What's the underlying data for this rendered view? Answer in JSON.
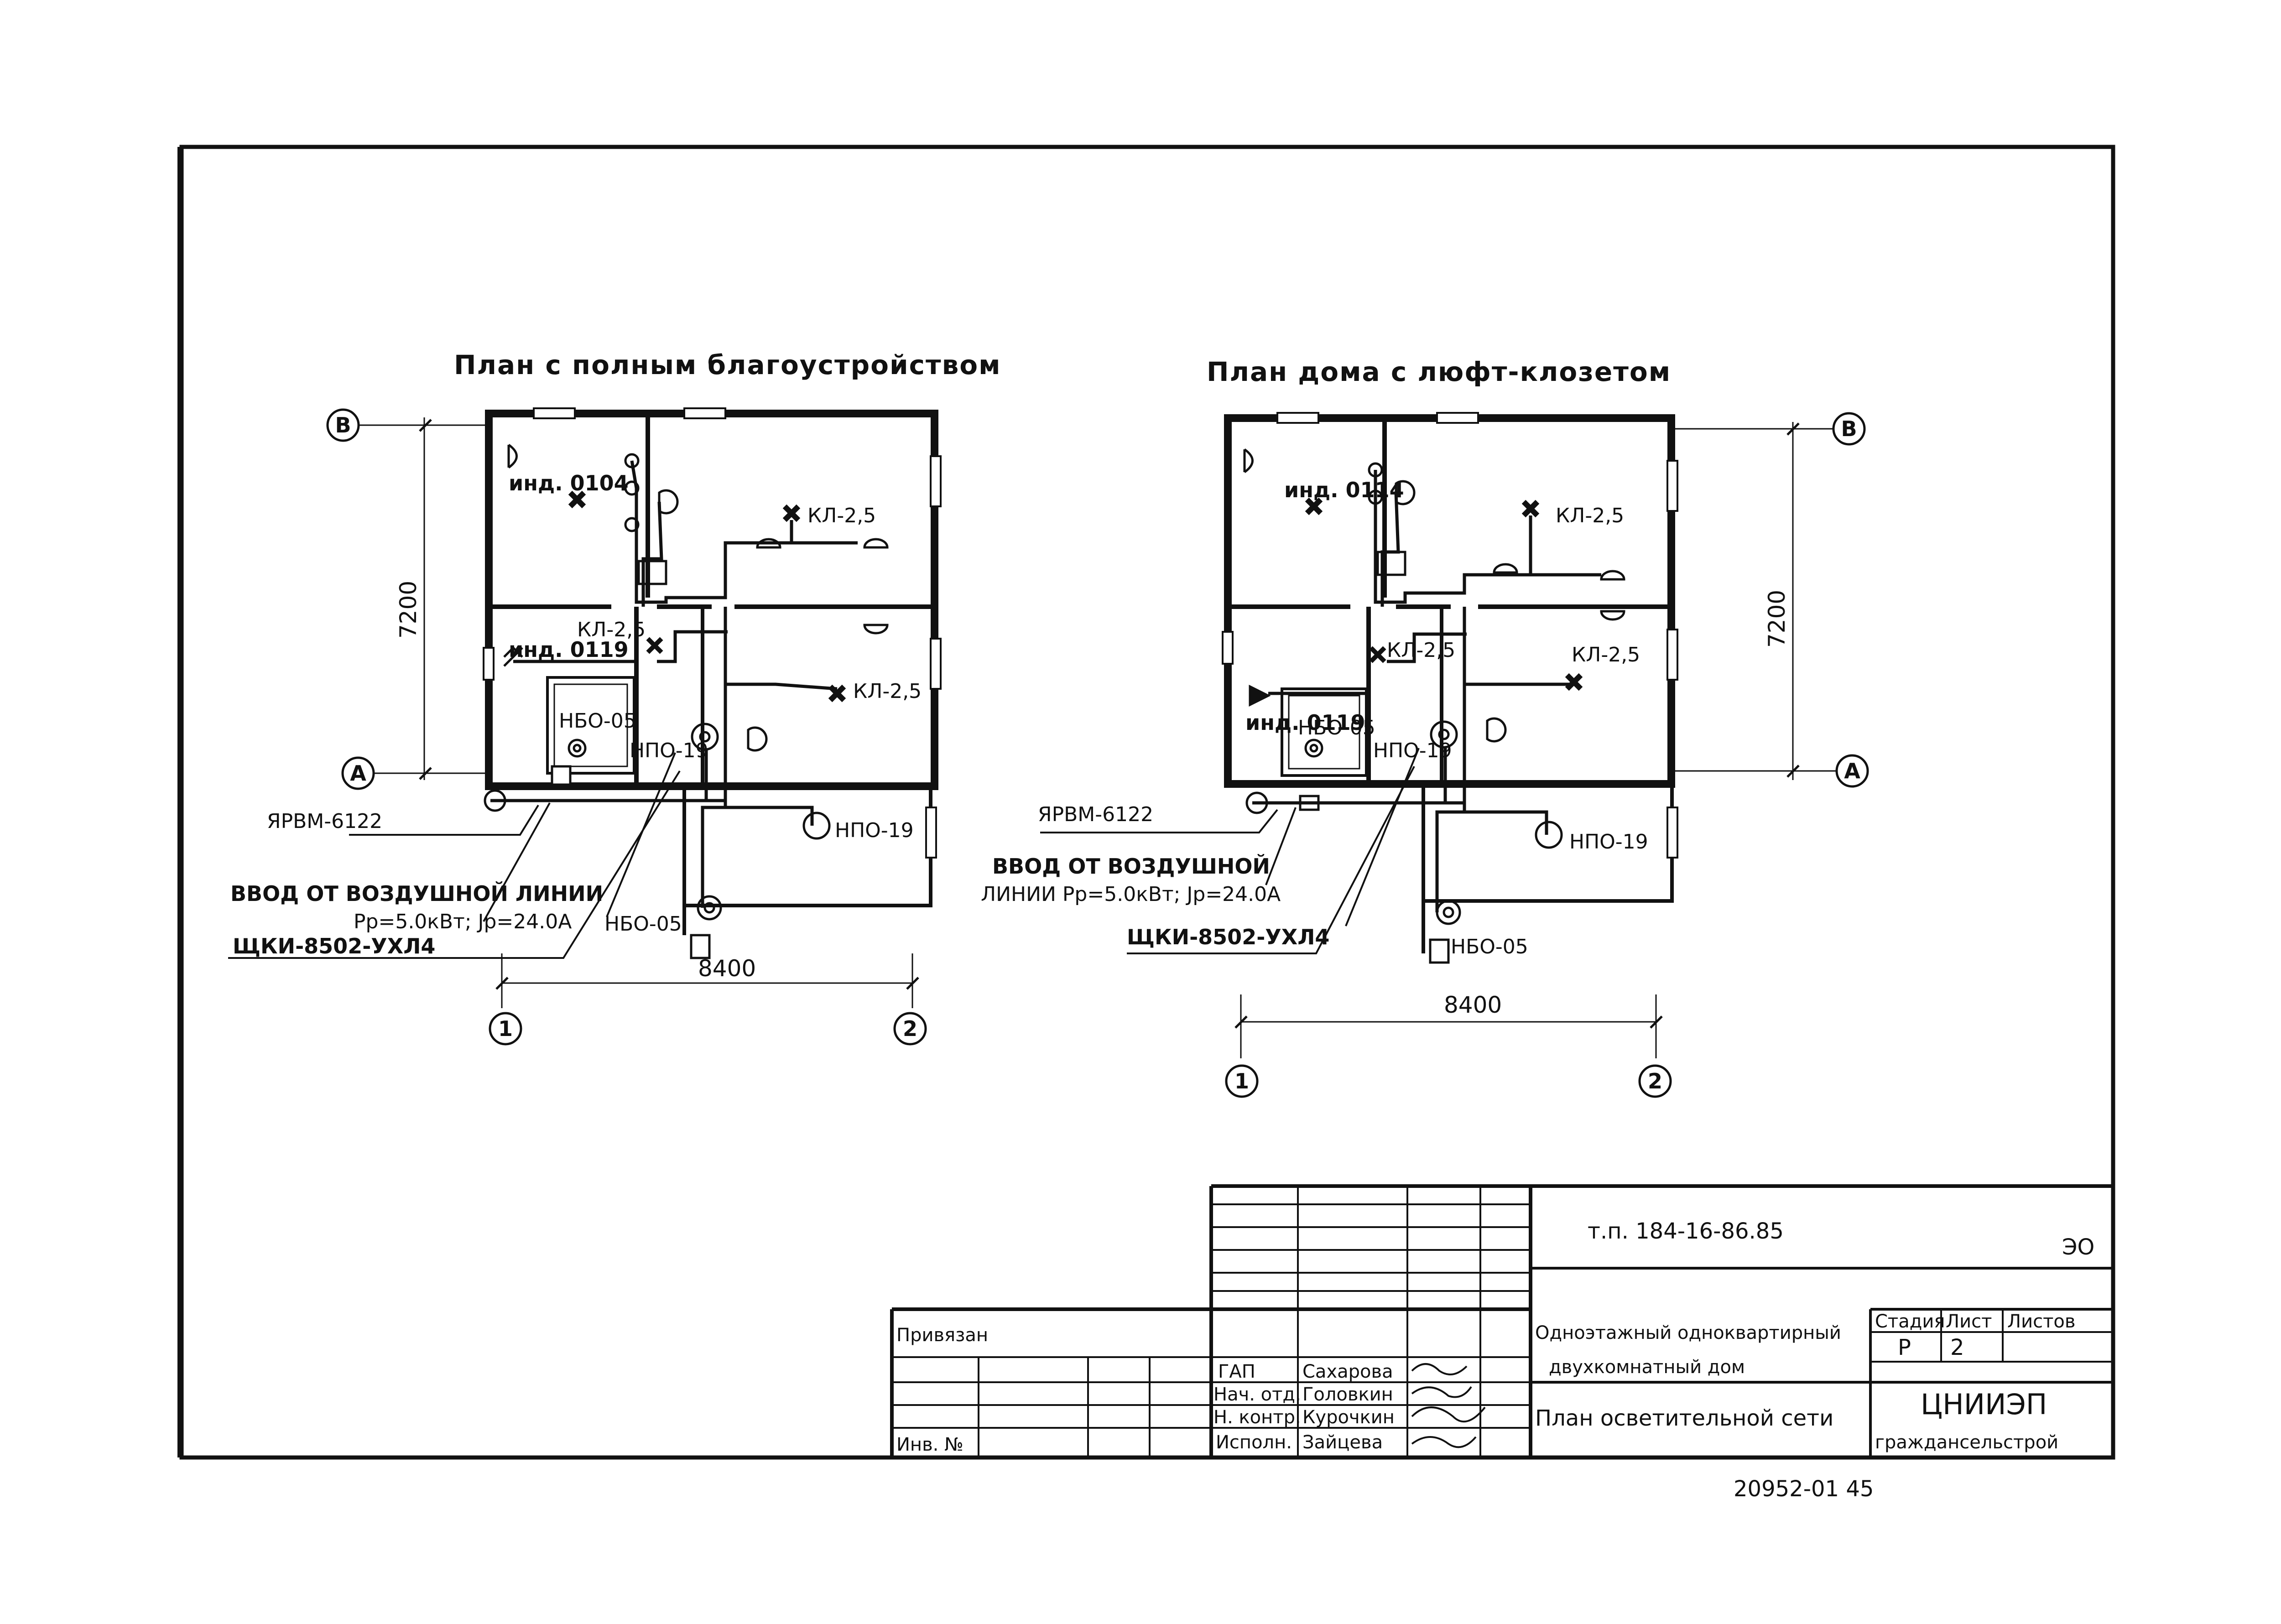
{
  "plans": {
    "left": {
      "title": "План с полным благоустройством",
      "rooms": {
        "kitchen_cabinet": "инд. 0104",
        "light_left_room": "КЛ-2,5",
        "light_right_room": "КЛ-2,5",
        "corridor_light": "КЛ-2,5",
        "bath_cabinet": "инд. 0119",
        "bath_fixture": "НБО-05",
        "hall_fixture": "НПО-19",
        "veranda_fixture": "НПО-19",
        "entry_fixture": "НБО-05"
      },
      "callouts": {
        "meter_box": "ЯРВМ-6122",
        "input_line_1": "ВВОД ОТ ВОЗДУШНОЙ ЛИНИИ",
        "input_line_2": "Рр=5.0кВт; Jр=24.0А",
        "panel": "ЩКИ-8502-УХЛ4"
      },
      "dims": {
        "height": "7200",
        "width": "8400"
      },
      "axes": {
        "top": "В",
        "bottom": "А",
        "left": "1",
        "right": "2"
      }
    },
    "right": {
      "title": "План дома с люфт-клозетом",
      "rooms": {
        "kitchen_cabinet": "инд. 0114",
        "light_left_room": "КЛ-2,5",
        "light_right_room": "КЛ-2,5",
        "corridor_light": "КЛ-2,5",
        "bath_cabinet": "инд. 0119",
        "bath_fixture": "НБО-05",
        "hall_fixture": "НПО-19",
        "veranda_fixture": "НПО-19",
        "entry_fixture": "НБО-05"
      },
      "callouts": {
        "meter_box": "ЯРВМ-6122",
        "input_line_1": "ВВОД ОТ ВОЗДУШНОЙ",
        "input_line_2": "ЛИНИИ Рр=5.0кВт; Jр=24.0А",
        "panel": "ЩКИ-8502-УХЛ4"
      },
      "dims": {
        "height": "7200",
        "width": "8400"
      },
      "axes": {
        "top": "В",
        "bottom": "А",
        "left": "1",
        "right": "2"
      }
    }
  },
  "title_block": {
    "doc_code": "т.п. 184-16-86.85",
    "sheet_mark": "ЭО",
    "object_line_1": "Одноэтажный одноквартирный",
    "object_line_2": "двухкомнатный дом",
    "stage_header": "Стадия",
    "sheet_header": "Лист",
    "sheets_header": "Листов",
    "stage": "Р",
    "sheet": "2",
    "sheets": "",
    "drawing_title": "План осветительной сети",
    "org_line_1": "ЦНИИЭП",
    "org_line_2": "граждансельстрой",
    "bound_label": "Привязан",
    "inv_label": "Инв. №",
    "roles": [
      "ГАП",
      "Нач. отд.",
      "Н. контр.",
      "Исполн."
    ],
    "names": [
      "Сахарова",
      "Головкин",
      "Курочкин",
      "Зайцева"
    ],
    "archive_number": "20952-01 45"
  }
}
